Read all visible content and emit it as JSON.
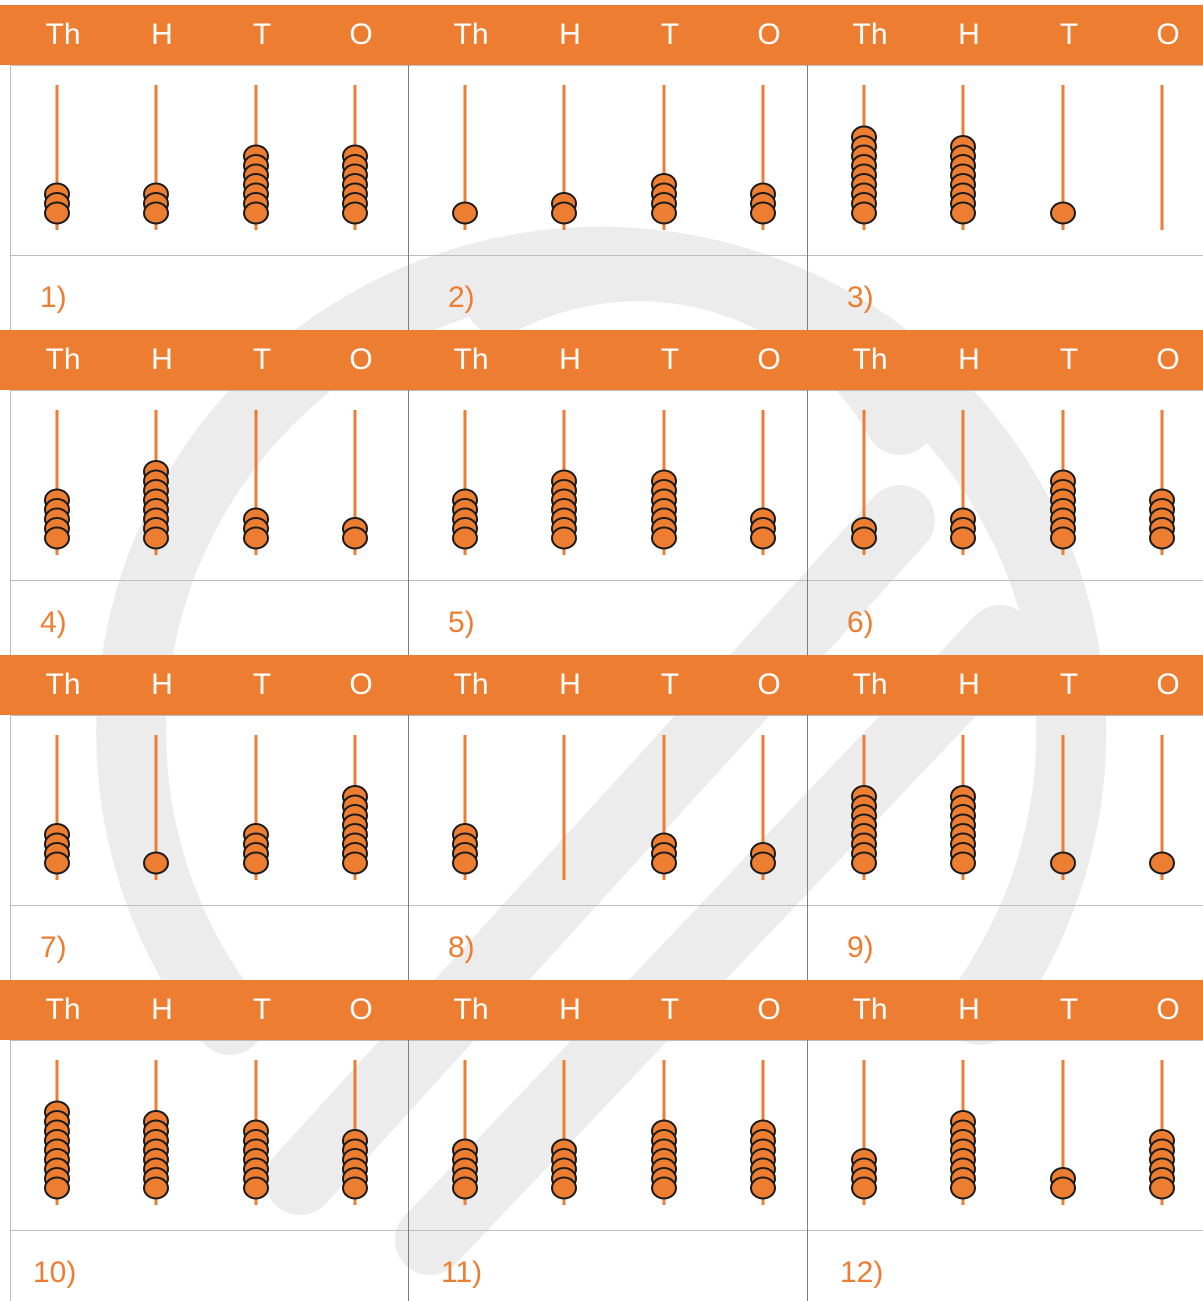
{
  "colors": {
    "accent": "#ED7D31",
    "bead_outline": "#1a1a1a",
    "watermark": "#ececec",
    "text_on_band": "#ffffff"
  },
  "place_labels": [
    "Th",
    "H",
    "T",
    "O"
  ],
  "answer_color": "#ED7D31",
  "problems": [
    {
      "label": "1)",
      "beads": [
        3,
        3,
        7,
        7
      ]
    },
    {
      "label": "2)",
      "beads": [
        1,
        2,
        4,
        3
      ]
    },
    {
      "label": "3)",
      "beads": [
        9,
        8,
        1,
        0
      ]
    },
    {
      "label": "4)",
      "beads": [
        5,
        8,
        3,
        2
      ]
    },
    {
      "label": "5)",
      "beads": [
        5,
        7,
        7,
        3
      ]
    },
    {
      "label": "6)",
      "beads": [
        2,
        3,
        7,
        5
      ]
    },
    {
      "label": "7)",
      "beads": [
        4,
        1,
        4,
        8
      ]
    },
    {
      "label": "8)",
      "beads": [
        4,
        0,
        3,
        2
      ]
    },
    {
      "label": "9)",
      "beads": [
        8,
        8,
        1,
        1
      ]
    },
    {
      "label": "10)",
      "beads": [
        9,
        8,
        7,
        6
      ]
    },
    {
      "label": "11)",
      "beads": [
        5,
        5,
        7,
        7
      ]
    },
    {
      "label": "12)",
      "beads": [
        4,
        8,
        2,
        6
      ]
    }
  ]
}
